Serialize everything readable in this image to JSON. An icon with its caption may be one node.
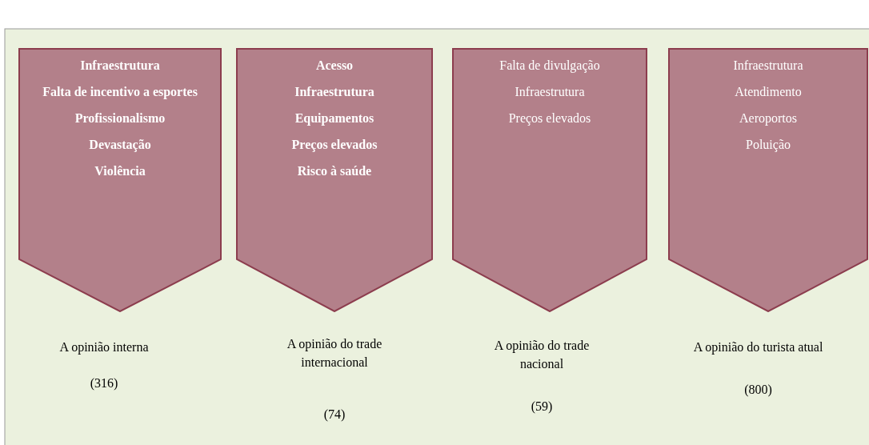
{
  "diagram": {
    "nodes": [
      {
        "text": [
          "Infraestrutura",
          "Falta de incentivo a esportes",
          "Profissionalismo",
          "Devastação",
          "Violência"
        ],
        "beside": [
          "A opinião interna",
          "(316)"
        ]
      },
      {
        "text": [
          "Acesso",
          "Infraestrutura",
          "Equipamentos",
          "Preços elevados",
          "Risco à saúde"
        ],
        "beside": [
          "A opinião do trade internacional",
          "(74)"
        ]
      },
      {
        "text": [
          "Falta de divulgação",
          "Infraestrutura",
          "Preços elevados"
        ],
        "beside": [
          "A opinião do trade nacional",
          "(59)"
        ]
      },
      {
        "text": [
          "Infraestrutura",
          "Atendimento",
          "Aeroportos",
          "Poluição"
        ],
        "beside": [
          "A opinião do turista atual",
          "(800)"
        ]
      }
    ]
  }
}
